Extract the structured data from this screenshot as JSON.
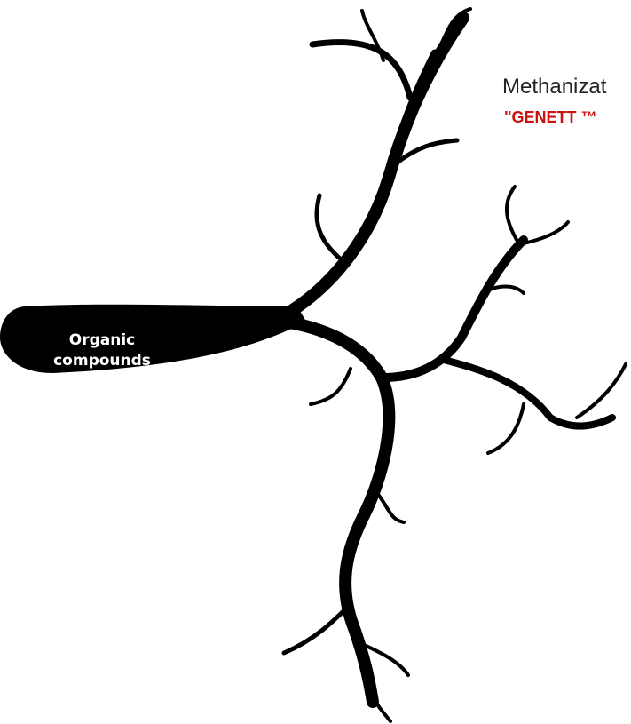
{
  "root": {
    "label_line1": "Organic",
    "label_line2": "compounds",
    "fill_color": "#000000",
    "text_color": "#ffffff"
  },
  "branches": [
    {
      "title": "Methanizat",
      "subtitle": "\"GENETT ™",
      "subtitle_color": "#cc1111"
    }
  ]
}
